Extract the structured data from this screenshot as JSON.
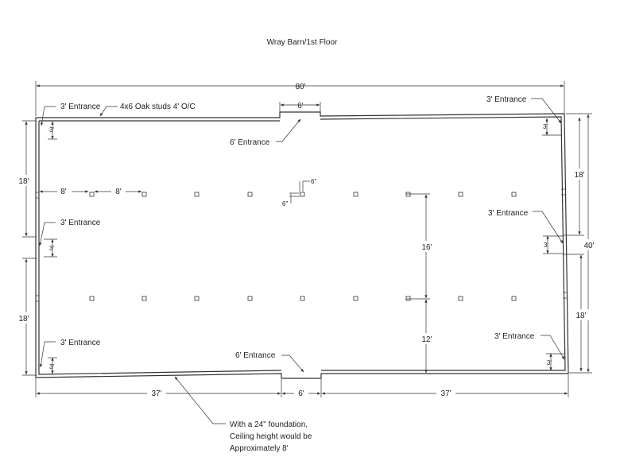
{
  "title": "Wray Barn/1st Floor",
  "dimensions": {
    "overall_width": "80'",
    "overall_depth": "40'",
    "left_upper": "18'",
    "left_lower": "18'",
    "right_upper": "18'",
    "right_lower": "18'",
    "top_door": "6'",
    "bottom_left": "37'",
    "bottom_door": "6'",
    "bottom_right": "37'",
    "post_spacing_a": "8'",
    "post_spacing_b": "8'",
    "post_rows_gap": "16'",
    "post_to_wall": "12'",
    "post_size_a": "6\"",
    "post_size_b": "6\"",
    "door_3_tl": "3'",
    "door_3_ml": "3'",
    "door_3_bl": "3'",
    "door_3_tr": "3'",
    "door_3_mr": "3'",
    "door_3_br": "3'"
  },
  "labels": {
    "entrance_3_tl": "3' Entrance",
    "studs": "4x6 Oak studs 4' O/C",
    "entrance_3_tr": "3' Entrance",
    "entrance_6_top": "6' Entrance",
    "entrance_3_ml": "3' Entrance",
    "entrance_3_mr": "3' Entrance",
    "entrance_3_bl": "3' Entrance",
    "entrance_3_br": "3' Entrance",
    "entrance_6_bottom": "6' Entrance",
    "foundation_note": [
      "With a 24\" foundation,",
      "Ceiling height would be",
      "Approximately 8'"
    ]
  }
}
